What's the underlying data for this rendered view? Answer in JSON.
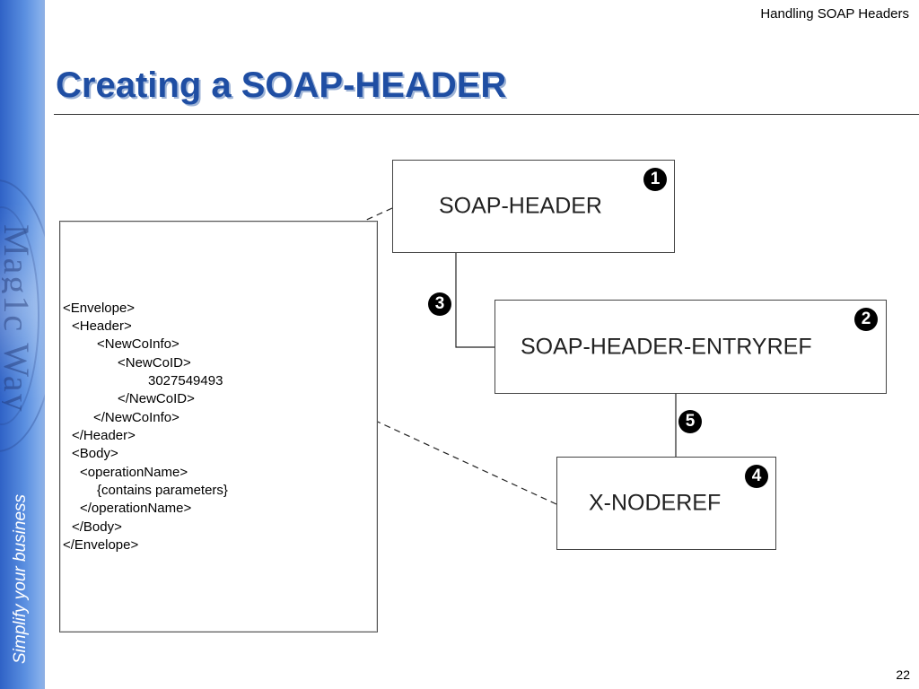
{
  "header_label": "Handling SOAP Headers",
  "title": "Creating a SOAP-HEADER",
  "tagline": "Simplify your business",
  "watermark": "Mag1c Way",
  "page_number": "22",
  "diagram": {
    "nodes": [
      {
        "id": "soap-header",
        "label": "SOAP-HEADER",
        "badge": "1"
      },
      {
        "id": "soap-header-entryref",
        "label": "SOAP-HEADER-ENTRYREF",
        "badge": "2"
      },
      {
        "id": "x-noderef",
        "label": "X-NODEREF",
        "badge": "4"
      }
    ],
    "connector_badges": [
      "3",
      "5"
    ],
    "xml_lines": [
      "<Envelope>",
      "<Header>",
      "<NewCoInfo>",
      "<NewCoID>",
      "3027549493",
      "</NewCoID>",
      "</NewCoInfo>",
      "</Header>",
      "<Body>",
      "<operationName>",
      "{contains parameters}",
      "</operationName>",
      "</Body>",
      "</Envelope>"
    ]
  },
  "colors": {
    "title": "#1f4ea3",
    "sidebar": "#2f62c6",
    "line": "#222222"
  }
}
